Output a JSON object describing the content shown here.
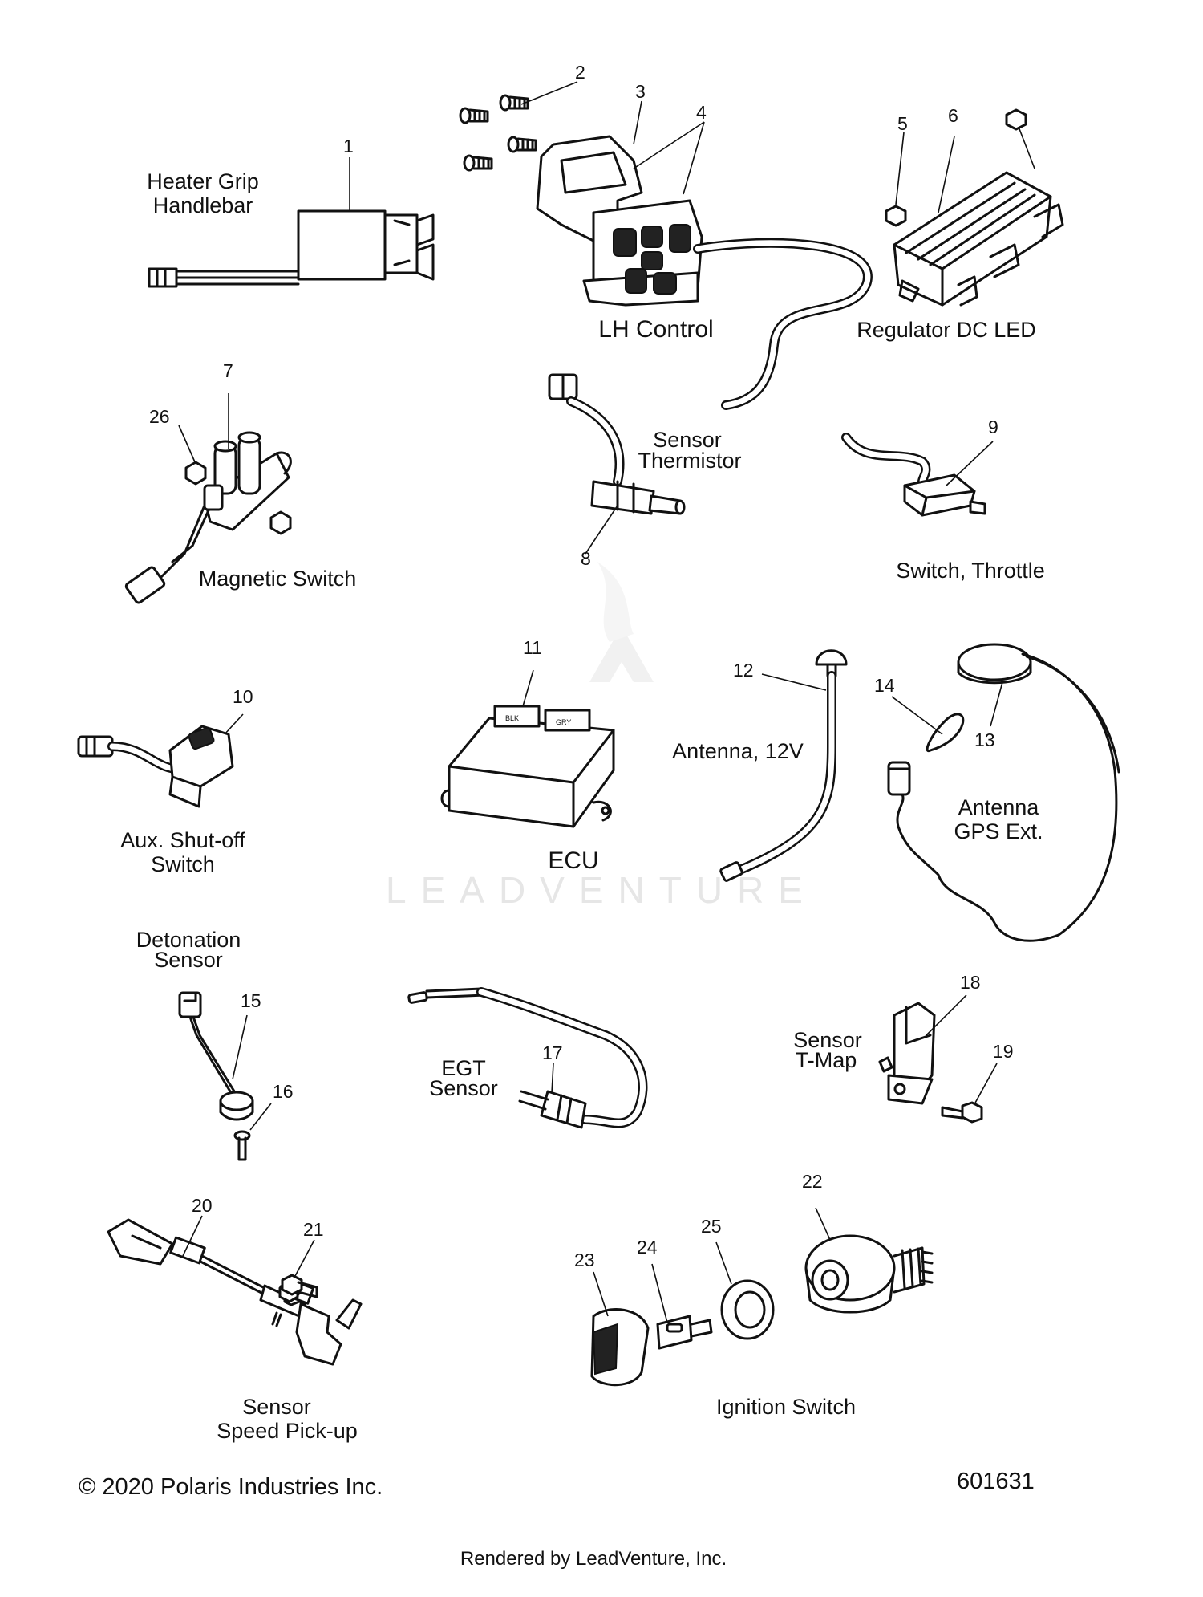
{
  "watermark": "LEADVENTURE",
  "diagram_id": "601631",
  "copyright": "© 2020 Polaris Industries Inc.",
  "rendered_by": "Rendered by LeadVenture, Inc.",
  "groups": [
    {
      "key": "heater",
      "lines": [
        "Heater Grip",
        "Handlebar"
      ]
    },
    {
      "key": "lh",
      "lines": [
        "LH Control"
      ]
    },
    {
      "key": "reg",
      "lines": [
        "Regulator DC LED"
      ]
    },
    {
      "key": "therm",
      "lines": [
        "Sensor",
        "Thermistor"
      ]
    },
    {
      "key": "mag",
      "lines": [
        "Magnetic Switch"
      ]
    },
    {
      "key": "throttle",
      "lines": [
        "Switch, Throttle"
      ]
    },
    {
      "key": "aux",
      "lines": [
        "Aux. Shut-off",
        "Switch"
      ]
    },
    {
      "key": "ecu",
      "lines": [
        "ECU"
      ]
    },
    {
      "key": "ant12",
      "lines": [
        "Antenna, 12V"
      ]
    },
    {
      "key": "gps",
      "lines": [
        "Antenna",
        "GPS Ext."
      ]
    },
    {
      "key": "det",
      "lines": [
        "Detonation",
        "Sensor"
      ]
    },
    {
      "key": "egt",
      "lines": [
        "EGT",
        "Sensor"
      ]
    },
    {
      "key": "tmap",
      "lines": [
        "Sensor",
        "T-Map"
      ]
    },
    {
      "key": "speed",
      "lines": [
        "Sensor",
        "Speed Pick-up"
      ]
    },
    {
      "key": "ign",
      "lines": [
        "Ignition Switch"
      ]
    }
  ],
  "callouts": [
    "1",
    "2",
    "3",
    "4",
    "5",
    "6",
    "7",
    "8",
    "9",
    "10",
    "11",
    "12",
    "13",
    "14",
    "15",
    "16",
    "17",
    "18",
    "19",
    "20",
    "21",
    "22",
    "23",
    "24",
    "25",
    "26"
  ],
  "ecu_connector_marks": [
    "BLK",
    "GRY"
  ]
}
